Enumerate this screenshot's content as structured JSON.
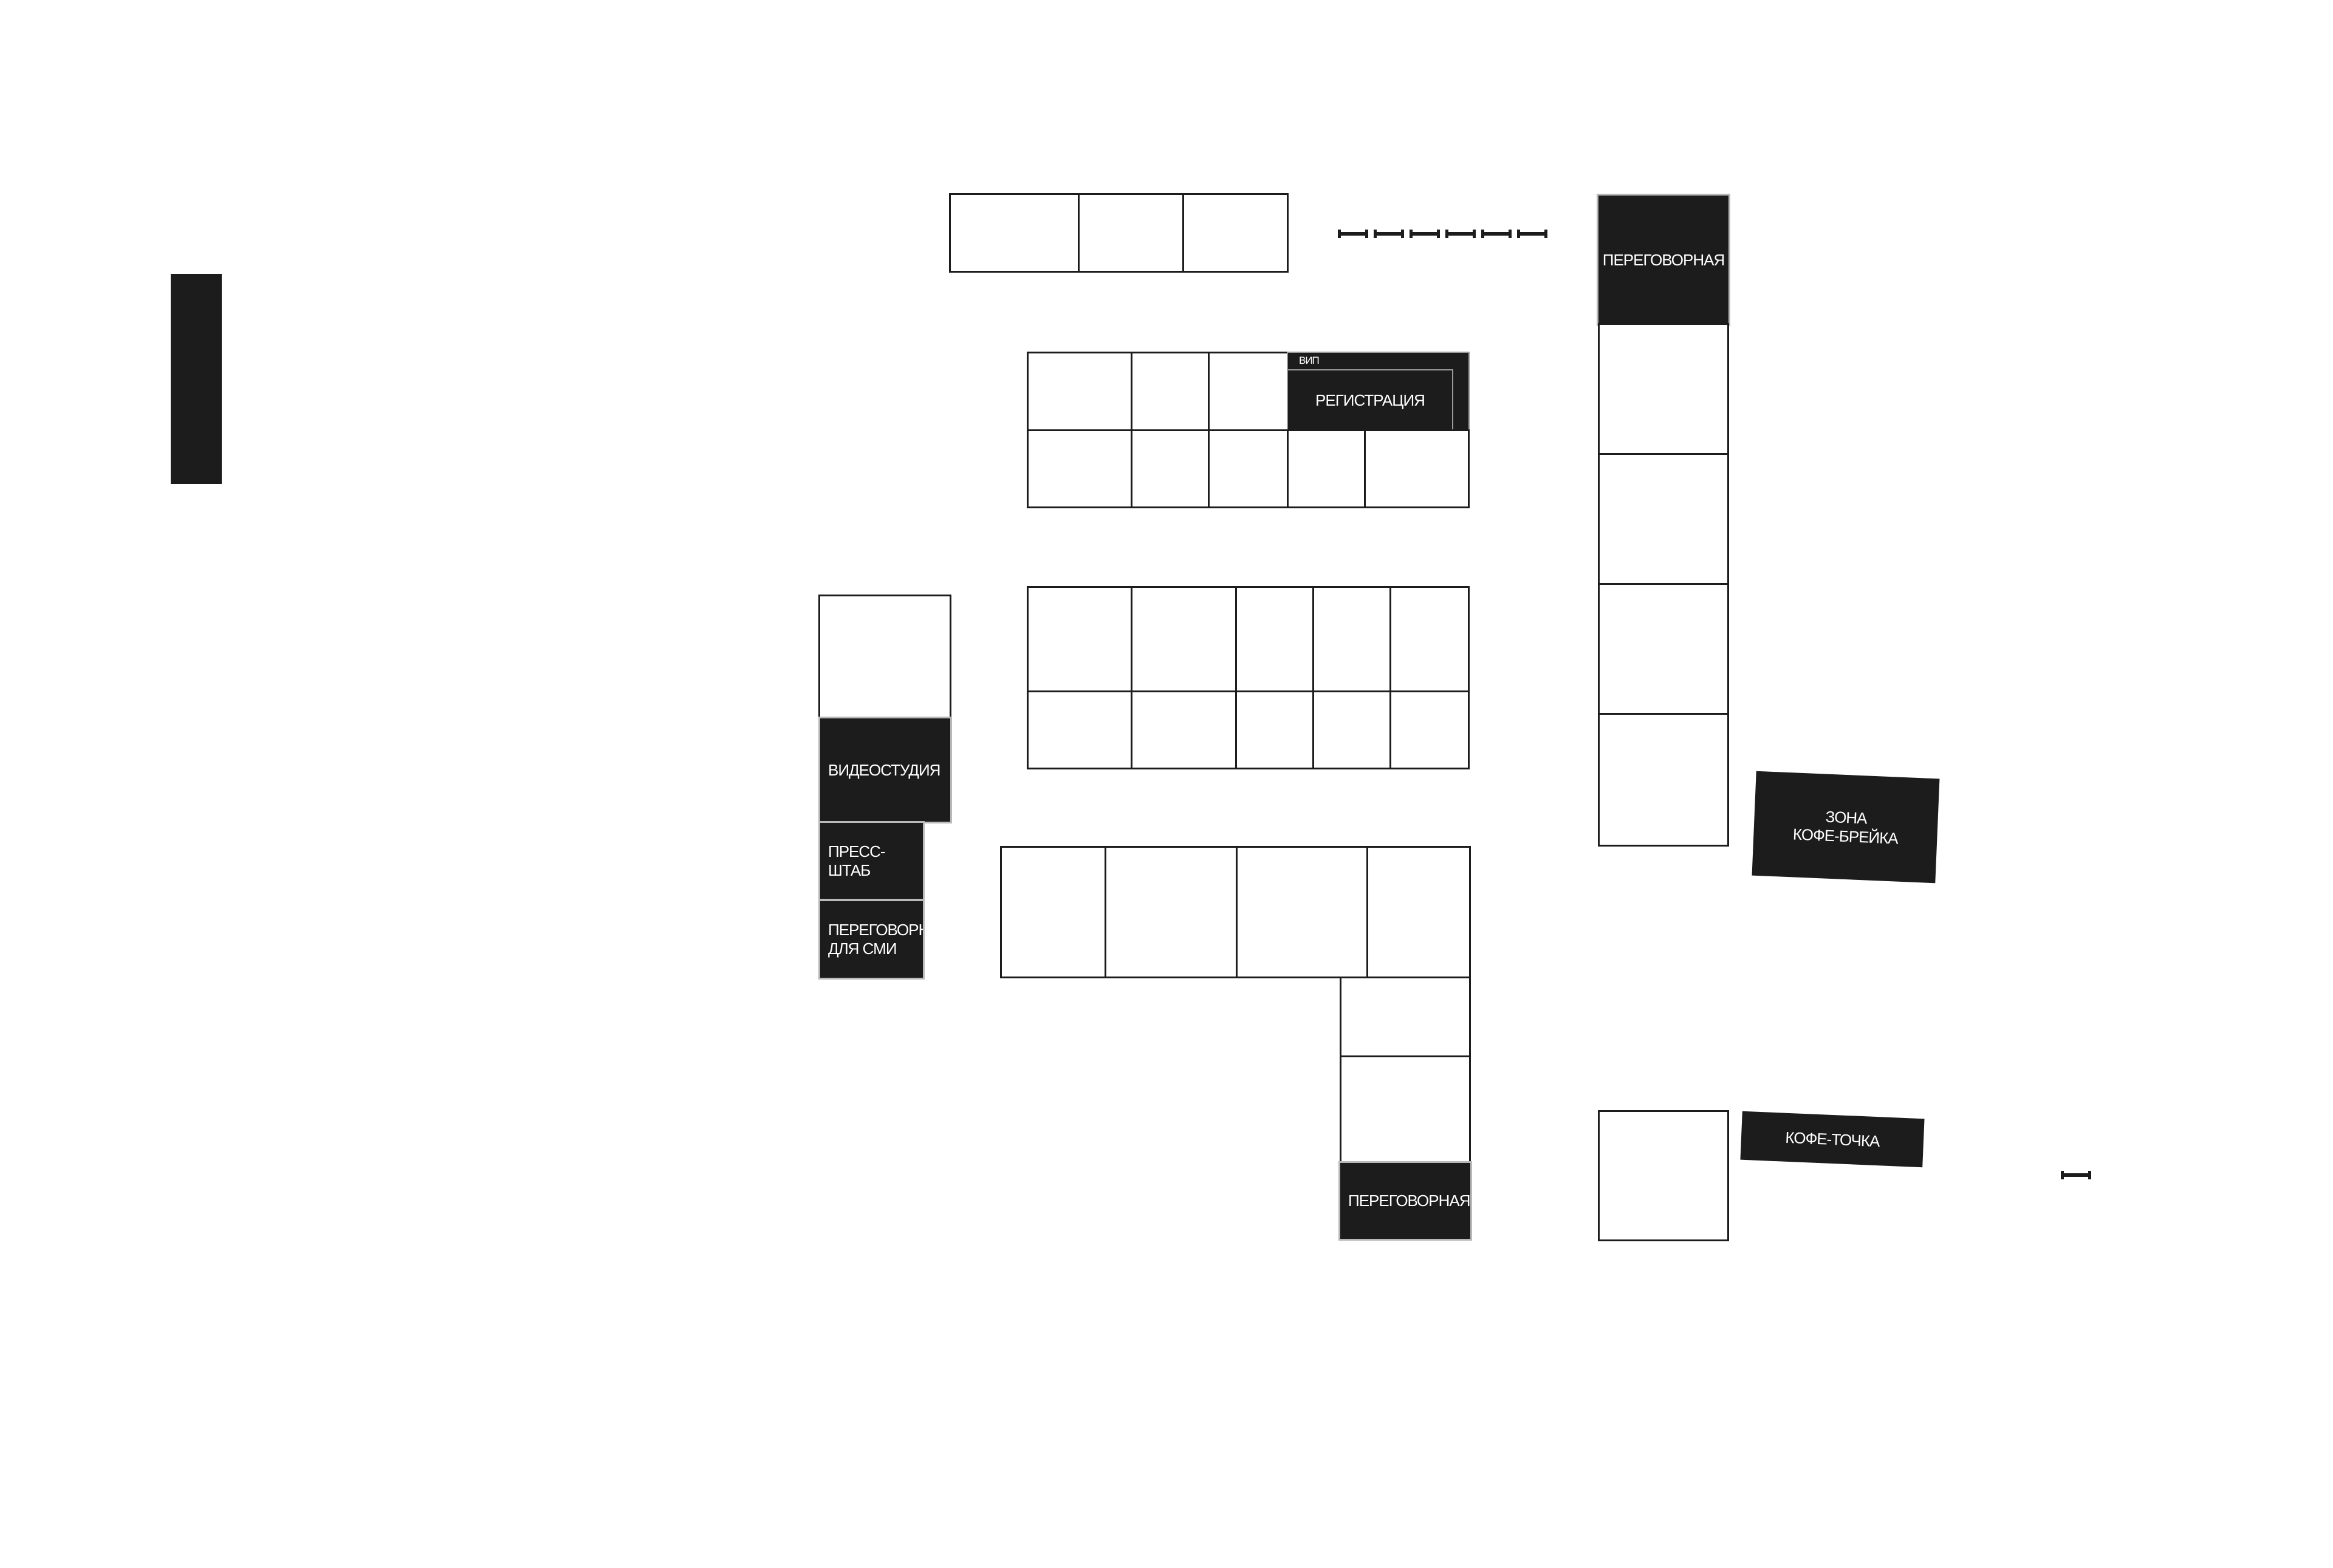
{
  "colors": {
    "fill": "#1c1c1d",
    "line": "#1c1c1d",
    "background": "#ffffff",
    "text_on_fill": "#ffffff"
  },
  "labels": {
    "meeting_room_top": "ПЕРЕГОВОРНАЯ",
    "vip": "ВИП",
    "registration": "РЕГИСТРАЦИЯ",
    "video_studio": "ВИДЕОСТУДИЯ",
    "press_hq": "ПРЕСС-ШТАБ",
    "media_meeting_room": "ПЕРЕГОВОРНАЯ\nДЛЯ СМИ",
    "coffee_break_zone": "ЗОНА\nКОФЕ-БРЕЙКА",
    "coffee_point": "КОФЕ-ТОЧКА",
    "meeting_room_bottom": "ПЕРЕГОВОРНАЯ"
  }
}
